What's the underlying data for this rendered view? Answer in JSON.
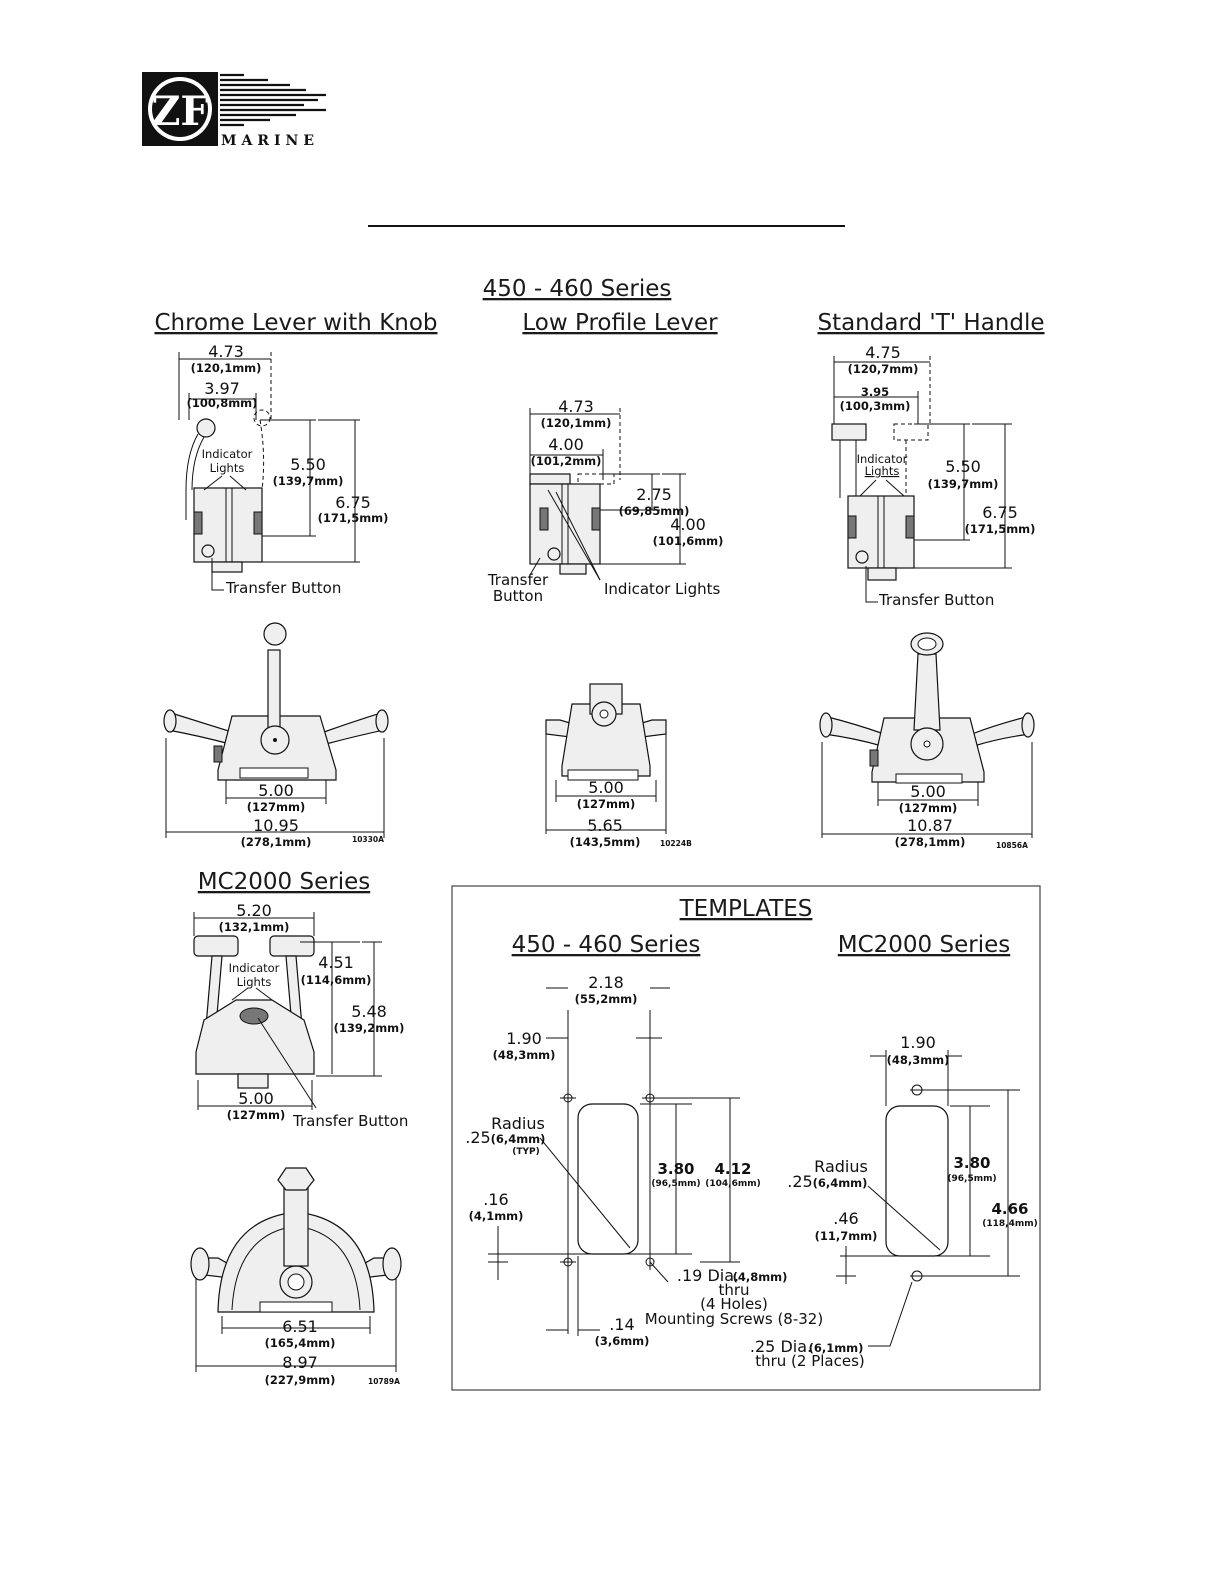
{
  "logo": {
    "letters": "ZF",
    "word": "MARINE"
  },
  "top_section": {
    "title": "450 - 460 Series",
    "columns": [
      {
        "heading": "Chrome Lever with Knob",
        "side_dims": [
          {
            "v": "4.73",
            "mm": "(120,1mm)"
          },
          {
            "v": "3.97",
            "mm": "(100,8mm)"
          },
          {
            "v": "5.50",
            "mm": "(139,7mm)"
          },
          {
            "v": "6.75",
            "mm": "(171,5mm)"
          }
        ],
        "labels": {
          "indicator": "Indicator",
          "lights": "Lights",
          "transfer": "Transfer Button"
        },
        "front_dims": [
          {
            "v": "5.00",
            "mm": "(127mm)"
          },
          {
            "v": "10.95",
            "mm": "(278,1mm)"
          }
        ],
        "code": "10330A"
      },
      {
        "heading": "Low Profile Lever",
        "side_dims": [
          {
            "v": "4.73",
            "mm": "(120,1mm)"
          },
          {
            "v": "4.00",
            "mm": "(101,2mm)"
          },
          {
            "v": "2.75",
            "mm": "(69,85mm)"
          },
          {
            "v": "4.00",
            "mm": "(101,6mm)"
          }
        ],
        "labels": {
          "transfer1": "Transfer",
          "transfer2": "Button",
          "indicator": "Indicator Lights"
        },
        "front_dims": [
          {
            "v": "5.00",
            "mm": "(127mm)"
          },
          {
            "v": "5.65",
            "mm": "(143,5mm)"
          }
        ],
        "code": "10224B"
      },
      {
        "heading": "Standard 'T' Handle",
        "side_dims": [
          {
            "v": "4.75",
            "mm": "(120,7mm)"
          },
          {
            "v": "3.95",
            "mm": "(100,3mm)"
          },
          {
            "v": "5.50",
            "mm": "(139,7mm)"
          },
          {
            "v": "6.75",
            "mm": "(171,5mm)"
          }
        ],
        "labels": {
          "indicator": "Indicator",
          "lights": "Lights",
          "transfer": "Transfer Button"
        },
        "front_dims": [
          {
            "v": "5.00",
            "mm": "(127mm)"
          },
          {
            "v": "10.87",
            "mm": "(278,1mm)"
          }
        ],
        "code": "10856A"
      }
    ]
  },
  "mc2000": {
    "heading": "MC2000 Series",
    "side_dims": [
      {
        "v": "5.20",
        "mm": "(132,1mm)"
      },
      {
        "v": "4.51",
        "mm": "(114,6mm)"
      },
      {
        "v": "5.48",
        "mm": "(139,2mm)"
      },
      {
        "v": "5.00",
        "mm": "(127mm)"
      }
    ],
    "labels": {
      "indicator": "Indicator",
      "lights": "Lights",
      "transfer": "Transfer Button"
    },
    "front_dims": [
      {
        "v": "6.51",
        "mm": "(165,4mm)"
      },
      {
        "v": "8.97",
        "mm": "(227,9mm)"
      }
    ],
    "code": "10789A"
  },
  "templates": {
    "title": "TEMPLATES",
    "left": {
      "heading": "450 - 460 Series",
      "dims": [
        {
          "v": "2.18",
          "mm": "(55,2mm)"
        },
        {
          "v": "1.90",
          "mm": "(48,3mm)"
        },
        {
          "v": "3.80",
          "mm": "(96,5mm)"
        },
        {
          "v": "4.12",
          "mm": "(104,6mm)"
        },
        {
          "v": ".16",
          "mm": "(4,1mm)"
        },
        {
          "v": ".14",
          "mm": "(3,6mm)"
        }
      ],
      "radius": {
        "word": "Radius",
        "v": ".25",
        "mm": "(6,4mm)",
        "typ": "(TYP)"
      },
      "holes": {
        "v": ".19 Dia.",
        "mm": "(4,8mm)",
        "l1": "thru",
        "l2": "(4 Holes)",
        "l3": "Mounting Screws (8-32)"
      }
    },
    "right": {
      "heading": "MC2000 Series",
      "dims": [
        {
          "v": "1.90",
          "mm": "(48,3mm)"
        },
        {
          "v": "3.80",
          "mm": "(96,5mm)"
        },
        {
          "v": "4.66",
          "mm": "(118,4mm)"
        },
        {
          "v": ".46",
          "mm": "(11,7mm)"
        }
      ],
      "radius": {
        "word": "Radius",
        "v": ".25",
        "mm": "(6,4mm)"
      },
      "holes": {
        "v": ".25 Dia.",
        "mm": "(6,1mm)",
        "l1": "thru (2 Places)"
      }
    }
  }
}
